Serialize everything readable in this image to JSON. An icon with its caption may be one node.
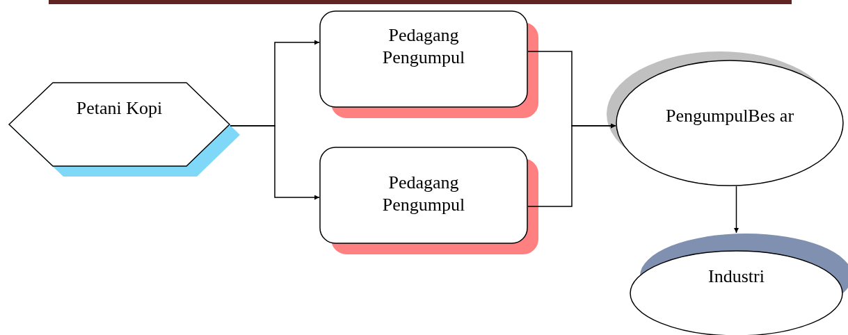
{
  "diagram": {
    "nodes": [
      {
        "text": [
          "Petani Kopi"
        ]
      },
      {
        "text": [
          "Pedagang Pengumpul"
        ]
      },
      {
        "text": [
          "Pedagang Pengumpul"
        ]
      },
      {
        "text": [
          "PengumpulBes ar"
        ]
      },
      {
        "text": [
          "Industri"
        ]
      }
    ],
    "edges": [
      {
        "from": 0,
        "to": 1,
        "arrow": "to"
      },
      {
        "from": 0,
        "to": 2,
        "arrow": "to"
      },
      {
        "from": 1,
        "to": 3,
        "arrow": "to"
      },
      {
        "from": 2,
        "to": 3,
        "arrow": "to"
      },
      {
        "from": 3,
        "to": 4,
        "arrow": "to"
      }
    ]
  }
}
